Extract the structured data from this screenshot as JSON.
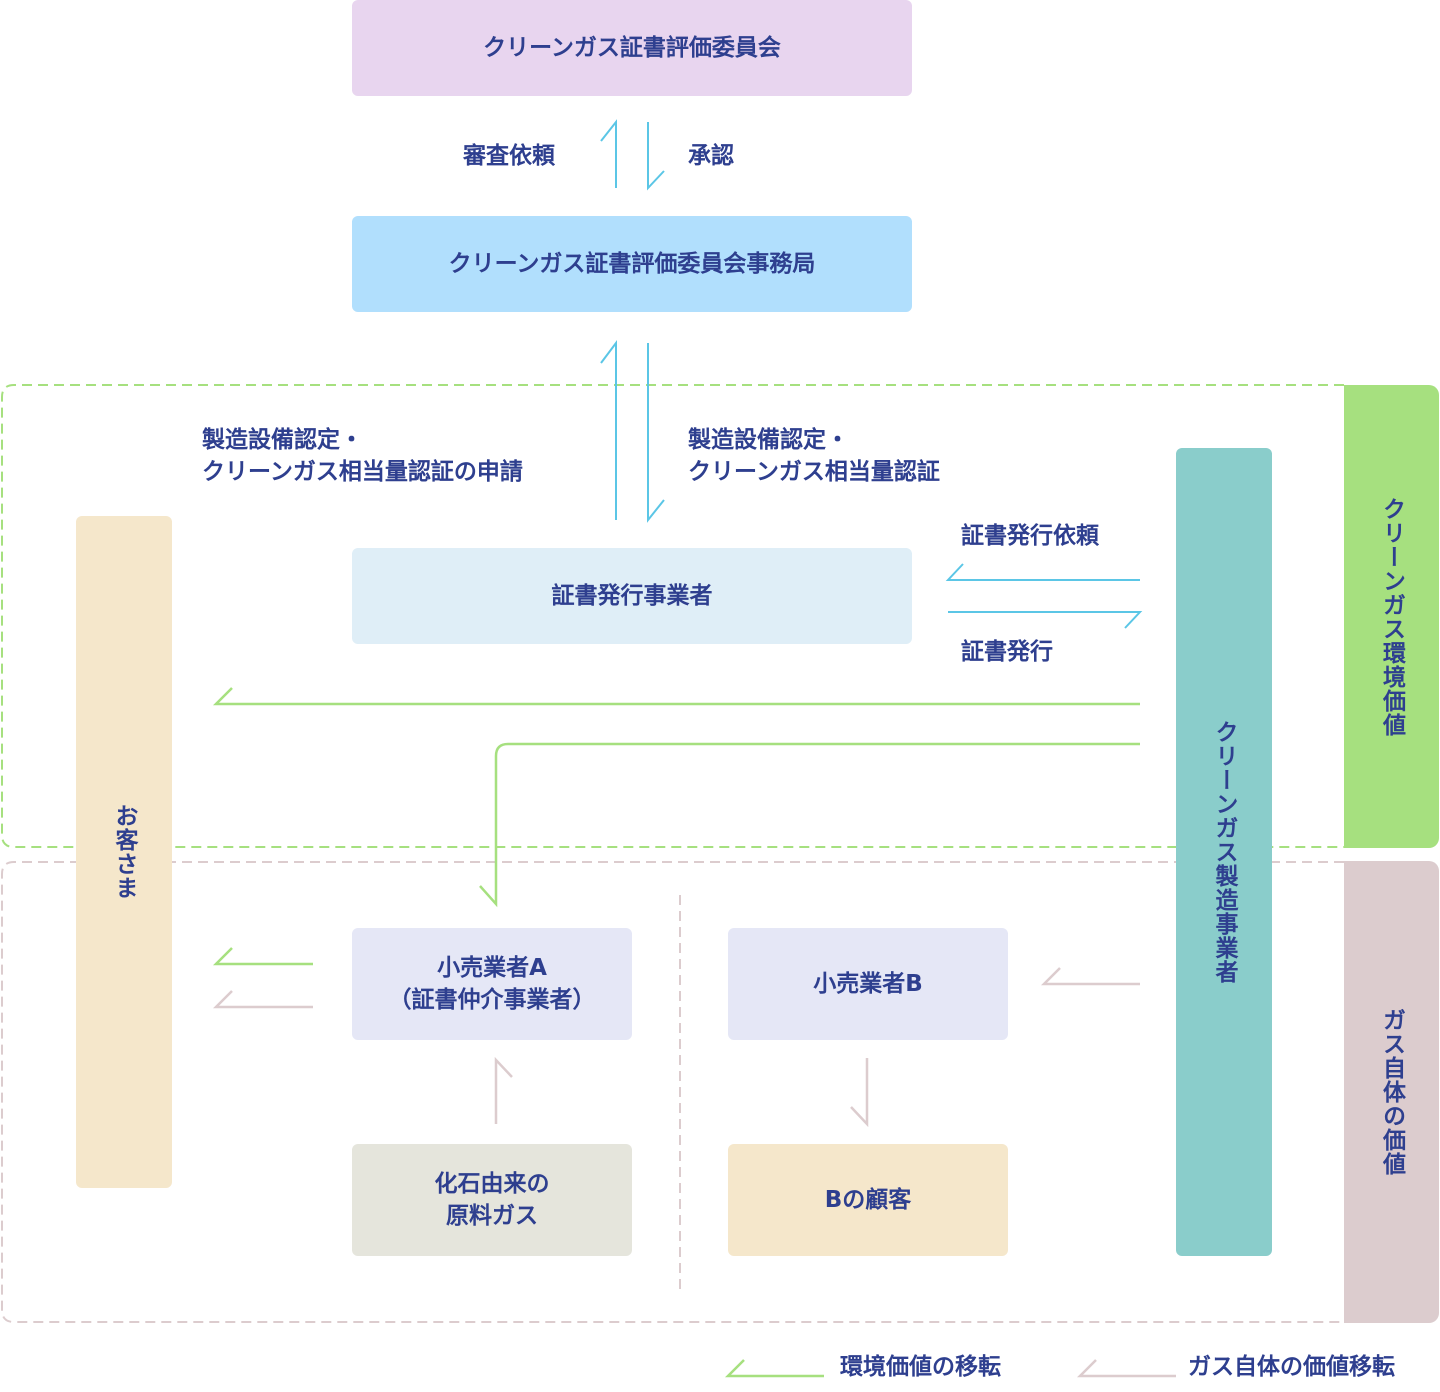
{
  "nodes": {
    "committee": "クリーンガス証書評価委員会",
    "secretariat": "クリーンガス証書評価委員会事務局",
    "issuer": "証書発行事業者",
    "customer": "お客さま",
    "producer": "クリーンガス製造事業者",
    "retailer_a": "小売業者A\n（証書仲介事業者）",
    "retailer_b": "小売業者B",
    "fossil_gas": "化石由来の\n原料ガス",
    "b_customer": "Bの顧客"
  },
  "flows": {
    "review_request": "審査依頼",
    "approval": "承認",
    "application": "製造設備認定・\nクリーンガス相当量認証の申請",
    "certification": "製造設備認定・\nクリーンガス相当量認証",
    "issue_request": "証書発行依頼",
    "issuance": "証書発行"
  },
  "bands": {
    "env_value": "クリーンガス環境価値",
    "gas_value": "ガス自体の価値"
  },
  "legend": {
    "env_transfer": "環境価値の移転",
    "gas_transfer": "ガス自体の価値移転"
  },
  "colors": {
    "text": "#2e3f8f",
    "env_line": "#a6e07f",
    "gas_line": "#dcccce",
    "cert_line": "#5bc6e6"
  }
}
